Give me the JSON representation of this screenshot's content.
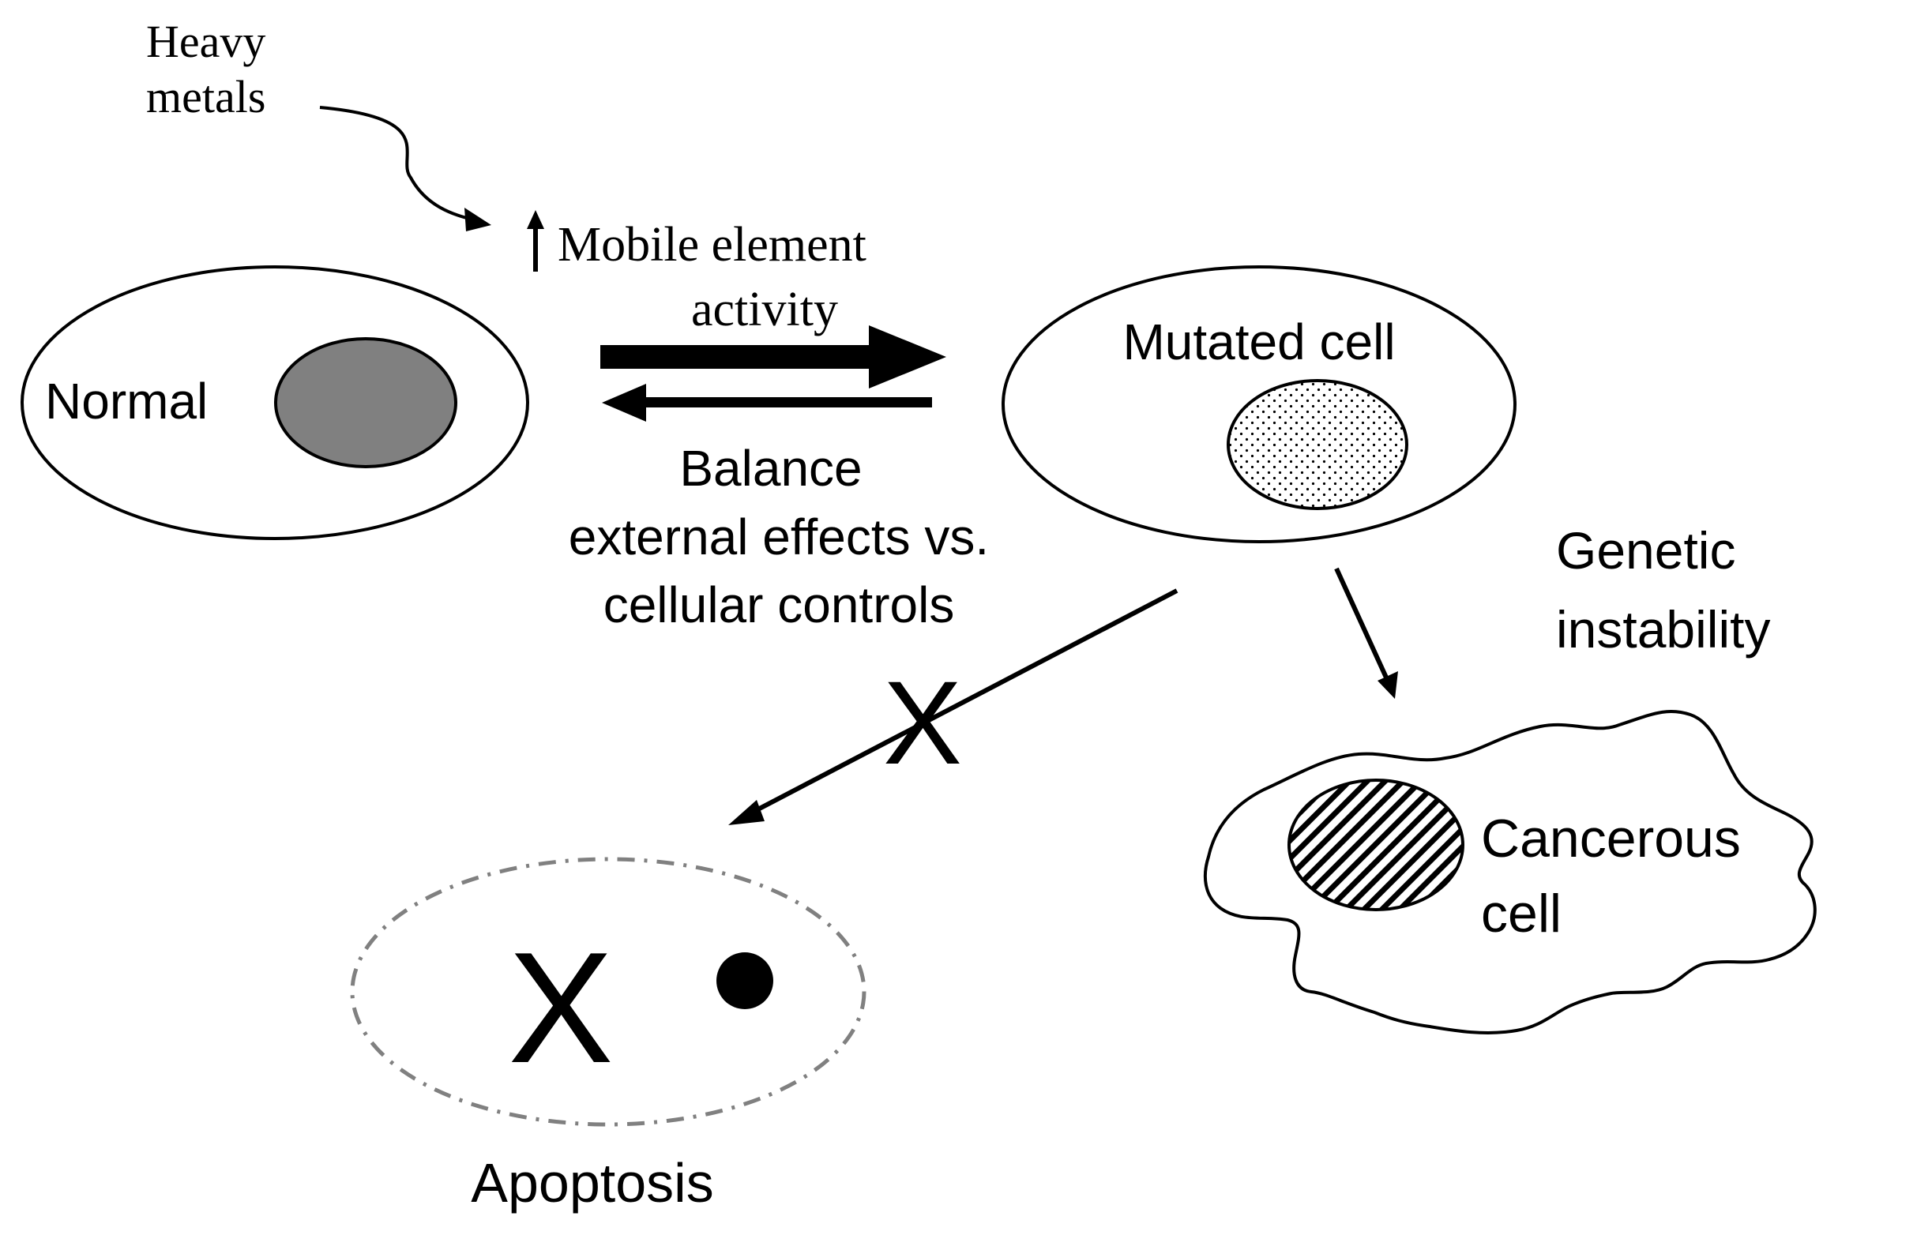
{
  "labels": {
    "heavy_metals_line1": "Heavy",
    "heavy_metals_line2": "metals",
    "mobile_element_line1": "Mobile element",
    "mobile_element_line2": "activity",
    "normal": "Normal",
    "mutated_cell": "Mutated cell",
    "balance_line1": "Balance",
    "balance_line2": "external effects vs.",
    "balance_line3": "cellular controls",
    "genetic_instability_line1": "Genetic",
    "genetic_instability_line2": "instability",
    "cancerous_line1": "Cancerous",
    "cancerous_line2": "cell",
    "blocked_mark": "X",
    "apoptosis": "Apoptosis",
    "apoptosis_mark": "X"
  },
  "colors": {
    "stroke": "#000000",
    "normal_nucleus_fill": "#808080",
    "apoptosis_outline": "#808080",
    "background": "#ffffff"
  }
}
